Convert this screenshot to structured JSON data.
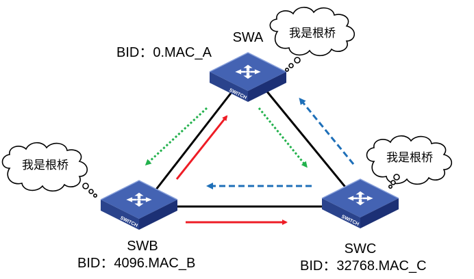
{
  "switches": {
    "swa": {
      "name": "SWA",
      "bid": "BID：0.MAC_A",
      "thought": "我是根桥"
    },
    "swb": {
      "name": "SWB",
      "bid": "BID：4096.MAC_B",
      "thought": "我是根桥"
    },
    "swc": {
      "name": "SWC",
      "bid": "BID：32768.MAC_C",
      "thought": "我是根桥"
    }
  },
  "device_face_label": "SWITCH",
  "colors": {
    "red_arrow": "#ee1c25",
    "green_arrow": "#22b14c",
    "blue_arrow": "#1e6fb8",
    "switch_top": "#3f5aa6",
    "switch_side": "#22387d",
    "link": "#000000"
  }
}
